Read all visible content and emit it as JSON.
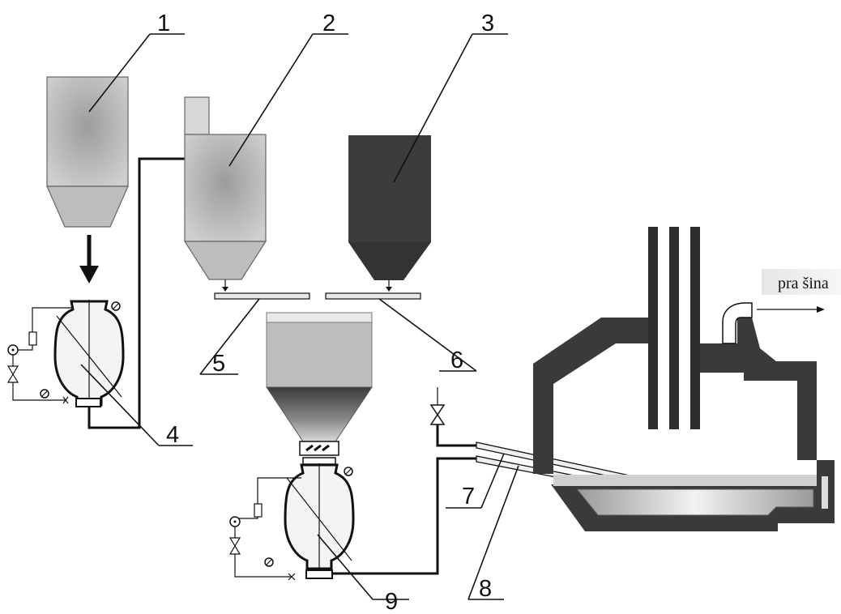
{
  "labels": {
    "n1": "1",
    "n2": "2",
    "n3": "3",
    "n4": "4",
    "n5": "5",
    "n6": "6",
    "n7": "7",
    "n8": "8",
    "n9": "9",
    "dust": "pra šina"
  }
}
